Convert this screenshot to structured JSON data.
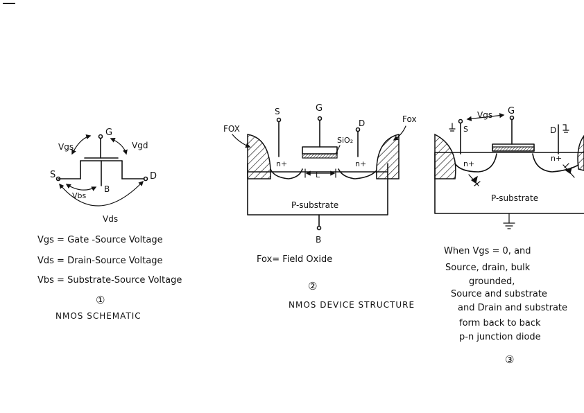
{
  "panel1": {
    "labels": {
      "G": "G",
      "S": "S",
      "D": "D",
      "B": "B",
      "Vgs": "Vgs",
      "Vgd": "Vgd",
      "Vbs": "Vbs",
      "Vds": "Vds"
    },
    "legend": [
      "Vgs = Gate -Source Voltage",
      "Vds = Drain-Source Voltage",
      "Vbs = Substrate-Source Voltage"
    ],
    "number": "①",
    "caption": "NMOS SCHEMATIC"
  },
  "panel2": {
    "labels": {
      "S": "S",
      "G": "G",
      "D": "D",
      "B": "B",
      "fox_left": "FOX",
      "fox_right": "Fox",
      "sio2": "SiO₂",
      "n_left": "n+",
      "n_right": "n+",
      "L": "L",
      "substrate": "P-substrate"
    },
    "note": "Fox= Field Oxide",
    "number": "②",
    "caption": "NMOS DEVICE STRUCTURE"
  },
  "panel3": {
    "labels": {
      "Vgs": "Vgs",
      "G": "G",
      "S": "S",
      "D": "D",
      "n_left": "n+",
      "n_right": "n+",
      "substrate": "P-substrate"
    },
    "notes": [
      "When Vgs = 0, and",
      "Source, drain, bulk",
      "grounded,",
      "Source and substrate",
      "and Drain and substrate",
      "form back to back",
      "p-n junction diode"
    ],
    "number": "③"
  }
}
